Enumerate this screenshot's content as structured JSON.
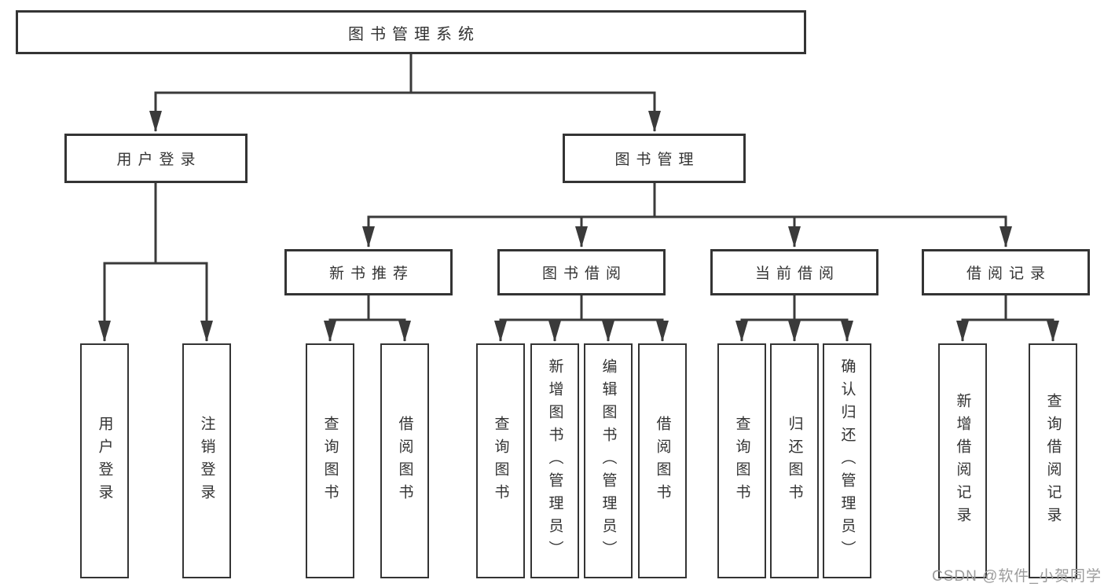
{
  "tree": {
    "root": {
      "label": "图书管理系统"
    },
    "level2": [
      {
        "label": "用户登录"
      },
      {
        "label": "图书管理"
      }
    ],
    "level3": [
      {
        "label": "新书推荐"
      },
      {
        "label": "图书借阅"
      },
      {
        "label": "当前借阅"
      },
      {
        "label": "借阅记录"
      }
    ],
    "leaves": [
      {
        "label": "用户登录"
      },
      {
        "label": "注销登录"
      },
      {
        "label": "查询图书"
      },
      {
        "label": "借阅图书"
      },
      {
        "label": "查询图书"
      },
      {
        "label": "新增图书（管理员）"
      },
      {
        "label": "编辑图书（管理员）"
      },
      {
        "label": "借阅图书"
      },
      {
        "label": "查询图书"
      },
      {
        "label": "归还图书"
      },
      {
        "label": "确认归还（管理员）"
      },
      {
        "label": "新增借阅记录"
      },
      {
        "label": "查询借阅记录"
      }
    ]
  },
  "watermark": {
    "text": "CSDN @软件_小贺同学"
  },
  "colors": {
    "line": "#3a3a3a",
    "border": "#343434",
    "text": "#333333",
    "watermark": "#9b9b9b",
    "background": "#ffffff"
  }
}
